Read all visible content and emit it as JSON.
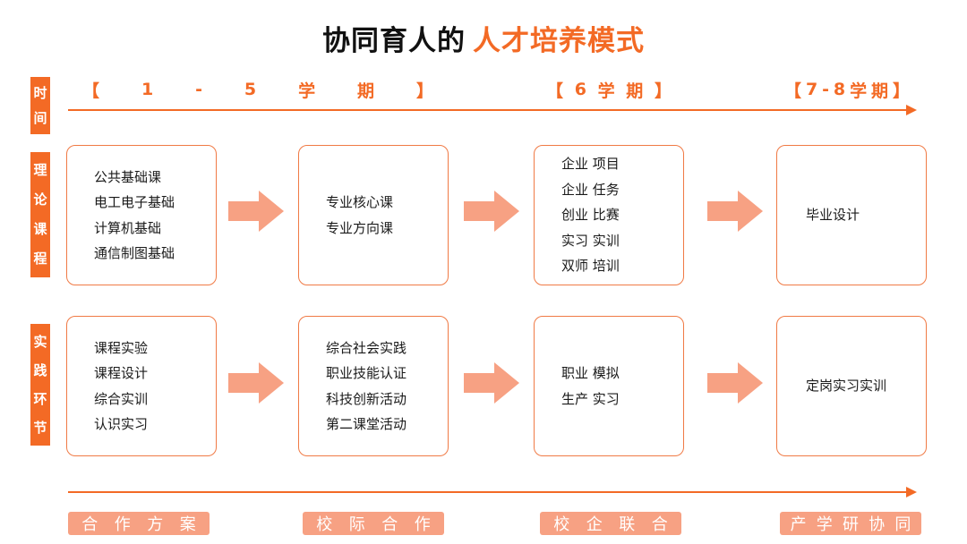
{
  "title": {
    "main": "协同育人的",
    "accent": "人才培养模式"
  },
  "side_labels": {
    "time": [
      "时",
      "间"
    ],
    "theory": [
      "理",
      "论",
      "课",
      "程"
    ],
    "practice": [
      "实",
      "践",
      "环",
      "节"
    ]
  },
  "terms": [
    [
      "【",
      "1",
      "-",
      "5",
      "学",
      "期",
      "】"
    ],
    [
      "【",
      "6",
      "学",
      "期",
      "】"
    ],
    [
      "【",
      "7",
      "-",
      "8",
      "学",
      "期",
      "】"
    ]
  ],
  "theory_cards": [
    [
      "公共基础课",
      "电工电子基础",
      "计算机基础",
      "通信制图基础"
    ],
    [
      "专业核心课",
      "专业方向课"
    ],
    [
      "企业 项目",
      "企业 任务",
      "创业 比赛",
      "实习 实训",
      "双师 培训"
    ],
    [
      "毕业设计"
    ]
  ],
  "practice_cards": [
    [
      "课程实验",
      "课程设计",
      "综合实训",
      "认识实习"
    ],
    [
      "综合社会实践",
      "职业技能认证",
      "科技创新活动",
      "第二课堂活动"
    ],
    [
      "职业 模拟",
      "生产 实习"
    ],
    [
      "定岗实习实训"
    ]
  ],
  "cooperation": [
    [
      "合",
      "作",
      "方",
      "案"
    ],
    [
      "校",
      "际",
      "合",
      "作"
    ],
    [
      "校",
      "企",
      "联",
      "合"
    ],
    [
      "产",
      "学",
      "研",
      "协",
      "同"
    ]
  ],
  "colors": {
    "accent": "#f36a25",
    "arrow_fill": "#f7a183",
    "card_border": "#f07a45"
  }
}
